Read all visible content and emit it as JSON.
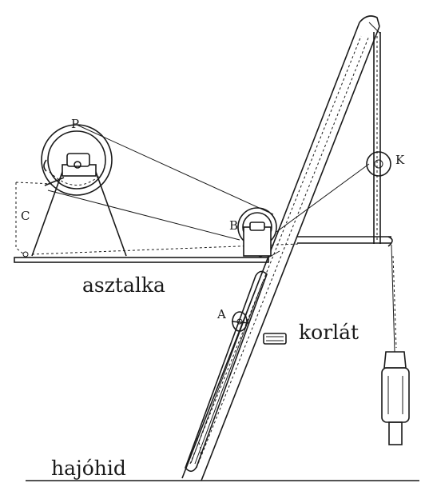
{
  "labels": {
    "P": "P",
    "C": "C",
    "B": "B",
    "K": "K",
    "A": "A",
    "table": "asztalka",
    "railing": "korlát",
    "deck": "hajóhid"
  },
  "colors": {
    "ink": "#1a1a1a",
    "paper": "#ffffff"
  }
}
